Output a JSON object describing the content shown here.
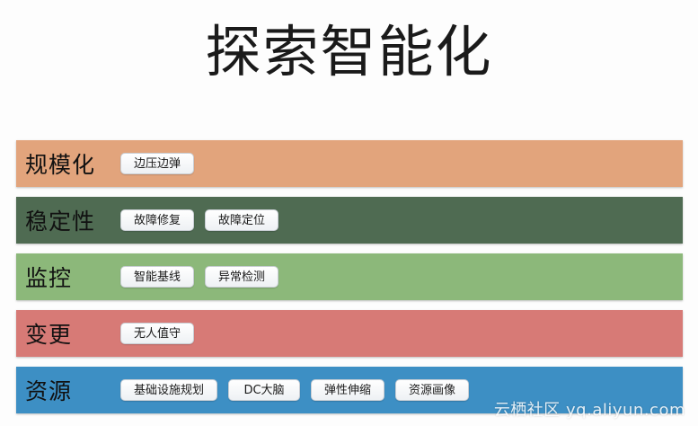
{
  "title": "探索智能化",
  "rows": [
    {
      "label": "规模化",
      "color": "#e2a47c",
      "chips": [
        "边压边弹"
      ]
    },
    {
      "label": "稳定性",
      "color": "#4f6b52",
      "chips": [
        "故障修复",
        "故障定位"
      ]
    },
    {
      "label": "监控",
      "color": "#8cb87a",
      "chips": [
        "智能基线",
        "异常检测"
      ]
    },
    {
      "label": "变更",
      "color": "#d77a76",
      "chips": [
        "无人值守"
      ]
    },
    {
      "label": "资源",
      "color": "#3d8fc4",
      "chips": [
        "基础设施规划",
        "DC大脑",
        "弹性伸缩",
        "资源画像"
      ]
    }
  ],
  "watermark": "云栖社区 yq.aliyun.com"
}
